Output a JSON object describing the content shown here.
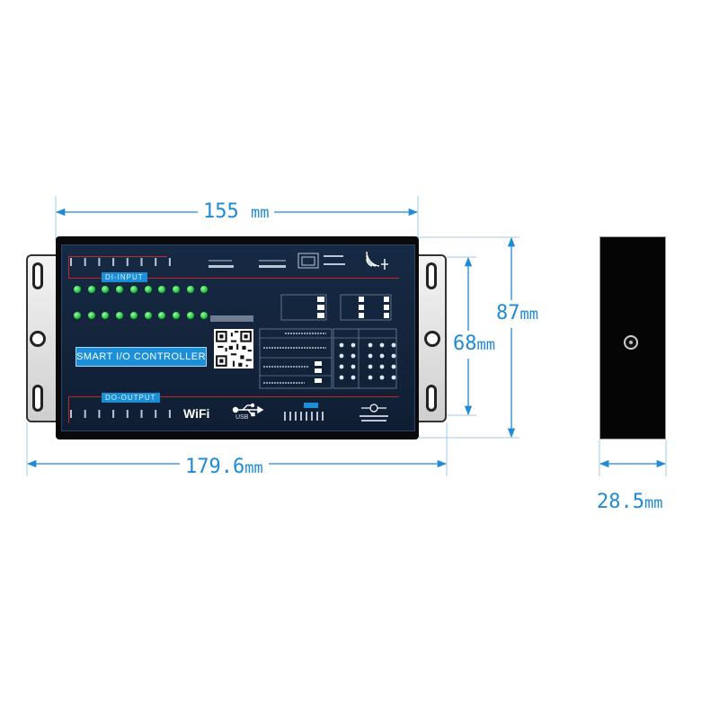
{
  "dimensions": {
    "panel_width": {
      "value": "155",
      "unit": "mm"
    },
    "overall_width": {
      "value": "179.6",
      "unit": "mm"
    },
    "overall_height": {
      "value": "87",
      "unit": "mm"
    },
    "panel_height": {
      "value": "68",
      "unit": "mm"
    },
    "depth": {
      "value": "28.5",
      "unit": "mm"
    }
  },
  "device": {
    "title": "SMART I/O CONTROLLER",
    "input_section": "DI-INPUT",
    "output_section": "DO-OUTPUT",
    "wifi_logo": "WiFi",
    "usb_label": "USB"
  },
  "colors": {
    "dimension": "#1f8ad6",
    "panel_face": "#172a44",
    "accent_blue": "#1a8fd6",
    "led_green": "#20c23a",
    "red_line": "#c8252b"
  }
}
